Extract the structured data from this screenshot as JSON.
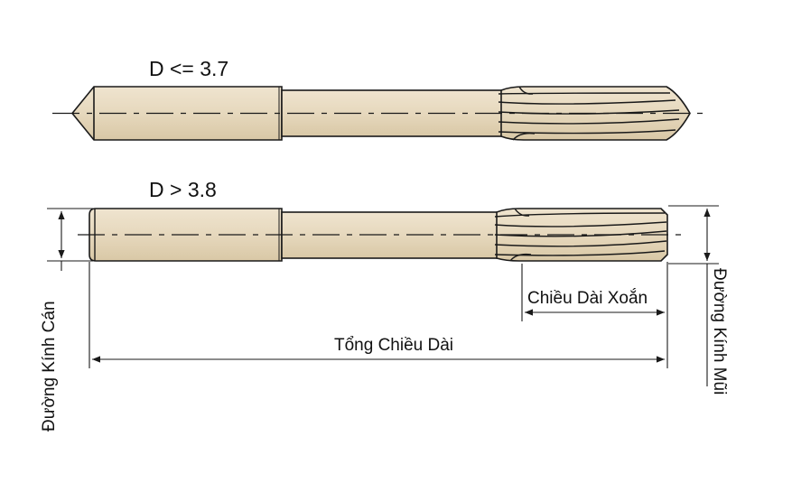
{
  "labels": {
    "tool_small_title": "D <= 3.7",
    "tool_large_title": "D > 3.8",
    "shank_diameter": "Đường Kính Cán",
    "flute_length": "Chiều Dài Xoắn",
    "overall_length": "Tổng Chiều Dài",
    "tip_diameter": "Đường Kính Mũi"
  },
  "colors": {
    "tool_fill": "#e8dbc2",
    "tool_shade": "#d7c7a6",
    "outline": "#1a1a1a",
    "background": "#ffffff"
  }
}
